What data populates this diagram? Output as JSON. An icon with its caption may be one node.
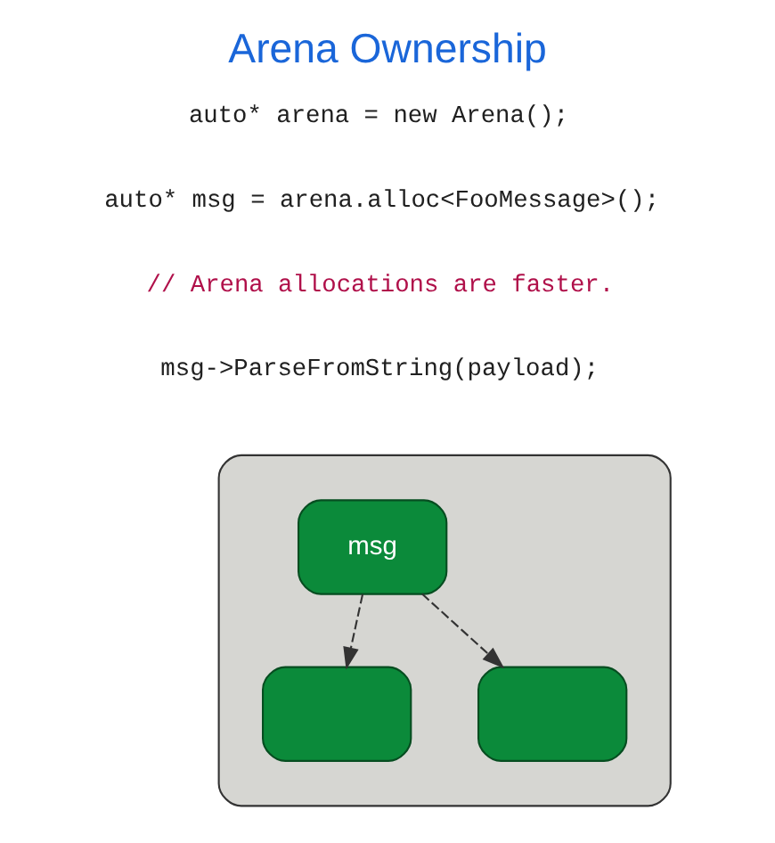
{
  "diagram": {
    "title": "Arena Ownership",
    "nodes": [
      {
        "text": [],
        "shape": "box"
      },
      {
        "text": [
          "msg"
        ],
        "in": 0
      },
      {
        "text": [],
        "shape": "box",
        "in": 0
      },
      {
        "text": [],
        "shape": "box",
        "in": 0
      }
    ],
    "edges": [
      {
        "from": 1,
        "to": 2,
        "arrow": "to",
        "style": "dashed"
      },
      {
        "from": 1,
        "to": 3,
        "arrow": "to",
        "style": "dashed"
      }
    ],
    "labels": [
      "auto* arena = new Arena();",
      "auto* msg = arena.alloc<FooMessage>();",
      "// Arena allocations are faster.",
      "msg->ParseFromString(payload);"
    ]
  }
}
